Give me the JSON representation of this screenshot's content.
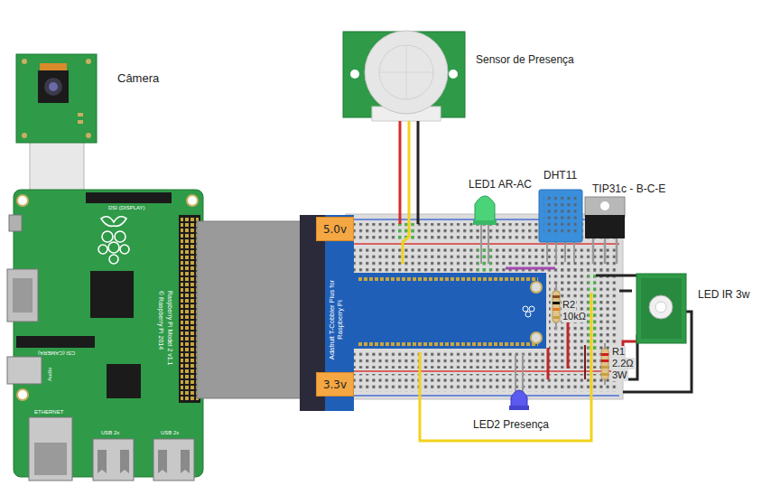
{
  "diagram": {
    "nodes": [
      {
        "text": [
          "5.0v"
        ]
      },
      {
        "text": [
          "3.3v"
        ]
      }
    ],
    "labels": [
      "Câmera",
      "Sensor de Presença",
      "LED1 AR-AC",
      "DHT11",
      "TIP31c - B-C-E",
      "LED IR 3w",
      "R2",
      "10kΩ",
      "R1",
      "2.2Ω",
      "3W",
      "LED2 Presença",
      "DSI (DISPLAY)",
      "CSI (CAMERA)",
      "Audio",
      "Raspberry Pi Model 2 v1.1",
      "© Raspberry Pi 2014",
      "ETHERNET",
      "USB 2x",
      "USB 2x",
      "Adafruit T-Cobbler Plus for Raspberry Pi"
    ]
  }
}
